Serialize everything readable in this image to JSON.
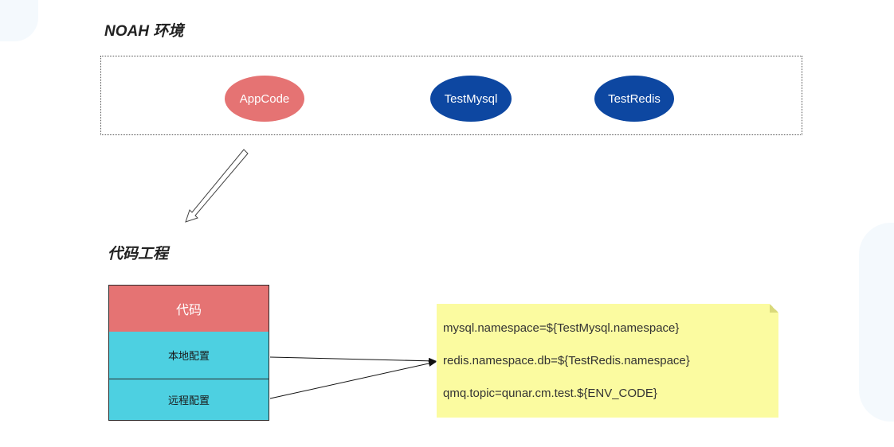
{
  "sections": {
    "env_title": "NOAH 环境",
    "code_title": "代码工程"
  },
  "env_nodes": {
    "appcode": "AppCode",
    "testmysql": "TestMysql",
    "testredis": "TestRedis"
  },
  "code_blocks": {
    "code": "代码",
    "local_config": "本地配置",
    "remote_config": "远程配置"
  },
  "note_lines": [
    "mysql.namespace=${TestMysql.namespace}",
    "redis.namespace.db=${TestRedis.namespace}",
    "qmq.topic=qunar.cm.test.${ENV_CODE}"
  ],
  "colors": {
    "appcode": "#e57373",
    "service_node": "#0d47a1",
    "code_block": "#e57373",
    "config_block": "#4dd0e1",
    "note": "#fbfba0"
  }
}
